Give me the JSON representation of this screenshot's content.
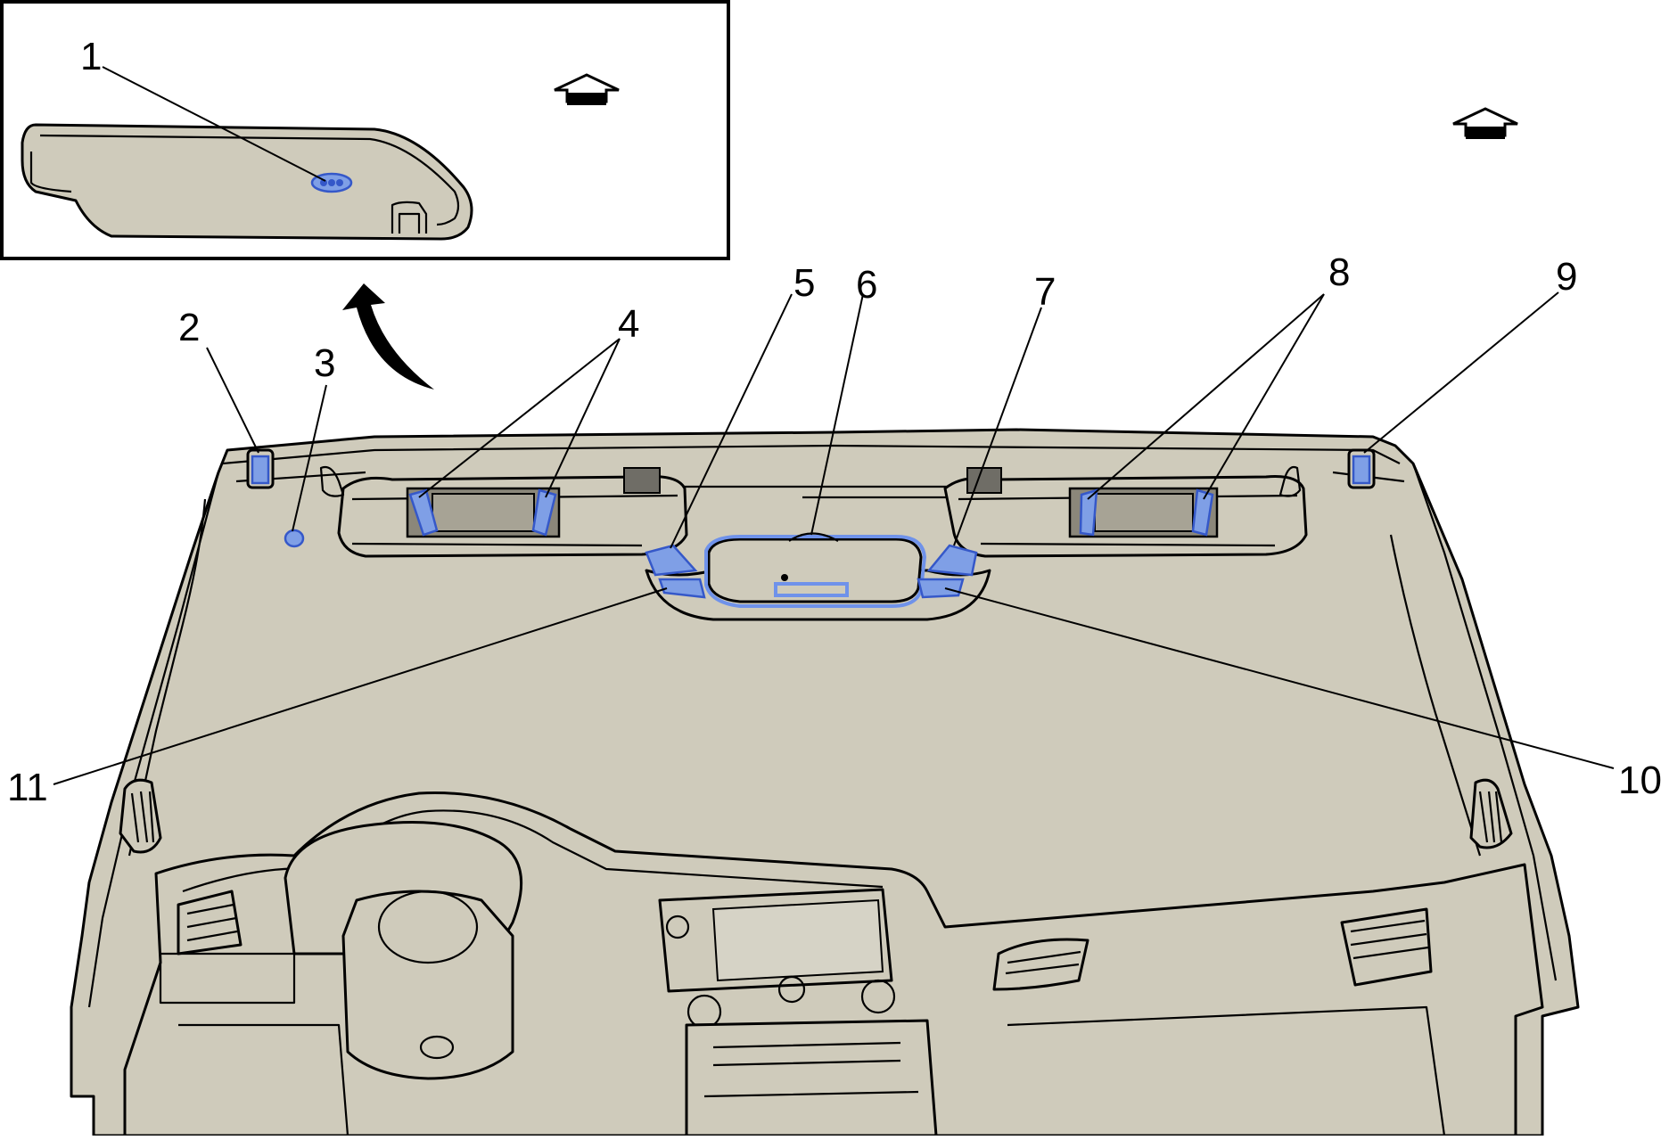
{
  "callouts": [
    "1",
    "2",
    "3",
    "4",
    "5",
    "6",
    "7",
    "8",
    "9",
    "10",
    "11"
  ],
  "colors": {
    "part_fill": "#cfcbbb",
    "highlight": "#7f9fe6",
    "outline": "#000000"
  },
  "icons": {
    "front_arrow": "up-arrow-icon",
    "view_arrow": "curved-arrow-icon"
  }
}
